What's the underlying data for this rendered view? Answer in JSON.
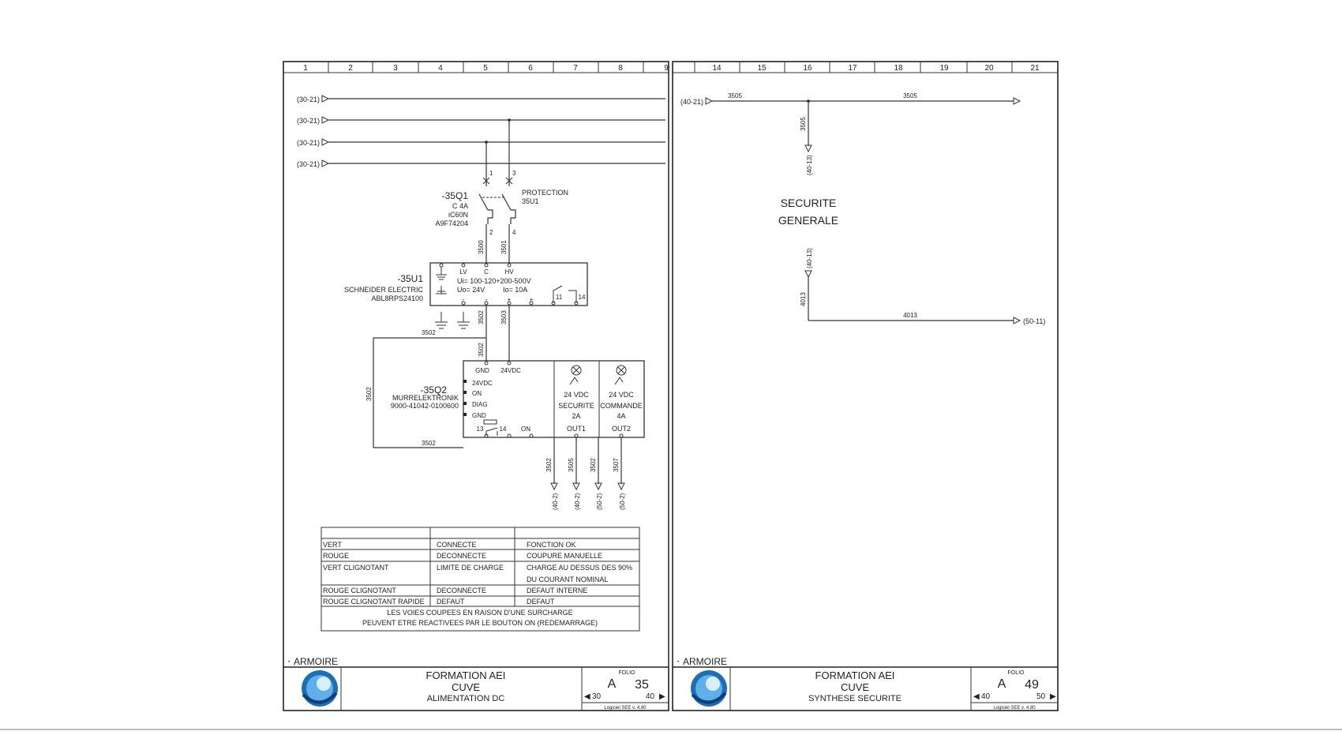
{
  "left_sheet": {
    "columns": [
      "1",
      "2",
      "3",
      "4",
      "5",
      "6",
      "7",
      "8",
      "9"
    ],
    "bus_refs": [
      "(30-21)",
      "(30-21)",
      "(30-21)",
      "(30-21)"
    ],
    "breaker": {
      "tag": "-35Q1",
      "spec_lines": [
        "C    4A",
        "iC60N",
        "A9F74204"
      ],
      "pins": [
        "1",
        "3",
        "2",
        "4"
      ],
      "note_lines": [
        "PROTECTION",
        "35U1"
      ]
    },
    "psu": {
      "tag": "-35U1",
      "maker": "SCHNEIDER ELECTRIC",
      "ref": "ABL8RPS24100",
      "top_terms": [
        "LV",
        "C",
        "HV"
      ],
      "line1": "Ui= 100-120+200-500V",
      "line2a": "Uo= 24V",
      "line2b": "Io= 10A",
      "bottom_terms": [
        "-",
        "-",
        "+",
        "+",
        "11",
        "14"
      ]
    },
    "wires": [
      "3500",
      "3501",
      "3502",
      "3503",
      "3502",
      "3502",
      "3502",
      "3502"
    ],
    "module": {
      "tag": "-35Q2",
      "maker": "MURRELEKTRONIK",
      "ref": "9000-41042-0100600",
      "gnd": "GND",
      "vdc": "24VDC",
      "leds": [
        "24VDC",
        "ON",
        "DIAG",
        "GND"
      ],
      "contacts": [
        "13",
        "14",
        "ON"
      ],
      "out1_lines": [
        "24 VDC",
        "SECURITE",
        "2A"
      ],
      "out1_label": "OUT1",
      "out2_lines": [
        "24 VDC",
        "COMMANDE",
        "4A"
      ],
      "out2_label": "OUT2"
    },
    "outputs": [
      {
        "wire": "3502",
        "ref": "(40-2)"
      },
      {
        "wire": "3505",
        "ref": "(40-2)"
      },
      {
        "wire": "3502",
        "ref": "(50-2)"
      },
      {
        "wire": "3507",
        "ref": "(50-2)"
      }
    ],
    "table": {
      "rows": [
        [
          "VERT",
          "CONNECTE",
          "FONCTION OK"
        ],
        [
          "ROUGE",
          "DECONNECTE",
          "COUPURE MANUELLE"
        ],
        [
          "VERT CLIGNOTANT",
          "LIMITE DE CHARGE",
          "CHARGE AU DESSUS DES 90%"
        ],
        [
          "",
          "",
          "DU COURANT NOMINAL"
        ],
        [
          "ROUGE CLIGNOTANT",
          "DECONNECTE",
          "DEFAUT INTERNE"
        ],
        [
          "ROUGE CLIGNOTANT RAPIDE",
          "DEFAUT",
          "DEFAUT"
        ]
      ],
      "note_lines": [
        "LES VOIES COUPEES EN RAISON D'UNE SURCHARGE",
        "PEUVENT ETRE REACTIVEES PAR LE BOUTON ON (REDEMARRAGE)"
      ]
    },
    "location": "ARMOIRE",
    "title_block": {
      "line1": "FORMATION AEI",
      "line2": "CUVE",
      "line3": "ALIMENTATION DC",
      "folio_label": "FOLIO",
      "folio_letter": "A",
      "folio_number": "35",
      "prev": "30",
      "next": "40",
      "software": "Logiciel SEE  v. 4.80"
    }
  },
  "right_sheet": {
    "columns": [
      "14",
      "15",
      "16",
      "17",
      "18",
      "19",
      "20",
      "21"
    ],
    "in_ref": "(40-21)",
    "wire_a": "3505",
    "wire_b": "3505",
    "wire_c": "3505",
    "down_ref": "(40-13)",
    "title_lines": [
      "SECURITE",
      "GENERALE"
    ],
    "up_ref": "(40-13)",
    "wire_d": "4013",
    "wire_e": "4013",
    "out_ref": "(50-11)",
    "location": "ARMOIRE",
    "title_block": {
      "line1": "FORMATION AEI",
      "line2": "CUVE",
      "line3": "SYNTHESE SECURITE",
      "folio_label": "FOLIO",
      "folio_letter": "A",
      "folio_number": "49",
      "prev": "40",
      "next": "50",
      "software": "Logiciel SEE  v. 4.80"
    }
  }
}
